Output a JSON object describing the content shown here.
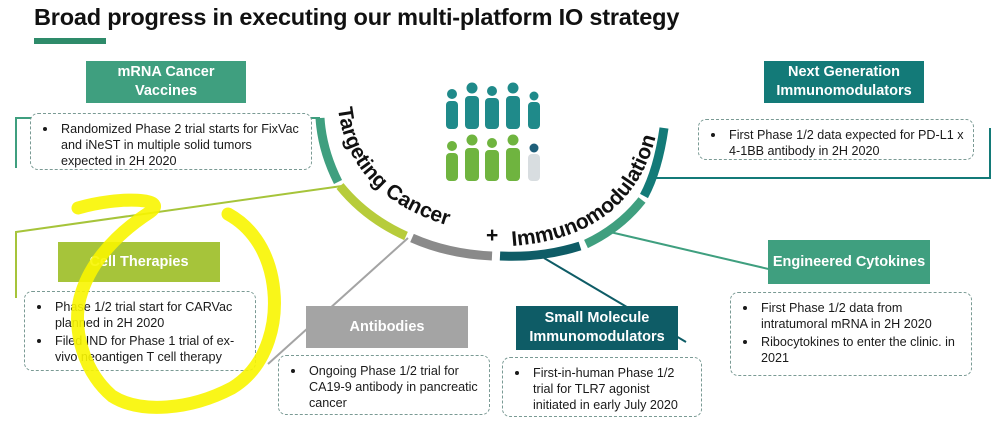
{
  "title": "Broad progress in executing our multi-platform IO strategy",
  "arc": {
    "left_text": "Targeting Cancer",
    "plus": "+",
    "right_text": "Immunomodulation"
  },
  "platforms": {
    "mrna": {
      "label": "mRNA Cancer Vaccines",
      "color": "#3f9f7f",
      "bullets": [
        "Randomized Phase 2 trial starts for FixVac and iNeST in multiple solid tumors expected in 2H 2020"
      ]
    },
    "next_gen": {
      "label": "Next Generation Immunomodulators",
      "color": "#137a78",
      "bullets": [
        "First Phase 1/2 data expected for PD-L1 x 4-1BB antibody in 2H 2020"
      ]
    },
    "cell": {
      "label": "Cell Therapies",
      "color": "#a6c43a",
      "bullets": [
        "Phase 1/2 trial start for CARVac planned in 2H 2020",
        "Filed IND for Phase 1 trial of ex-vivo neoantigen T cell therapy"
      ]
    },
    "antibodies": {
      "label": "Antibodies",
      "color": "#a4a4a4",
      "bullets": [
        "Ongoing Phase 1/2 trial for CA19-9 antibody in pancreatic cancer"
      ]
    },
    "small_molecule": {
      "label": "Small Molecule Immunomodulators",
      "color": "#0e5c66",
      "bullets": [
        "First-in-human Phase 1/2 trial for TLR7 agonist initiated in early July 2020"
      ]
    },
    "cytokines": {
      "label": "Engineered Cytokines",
      "color": "#3f9f7f",
      "bullets": [
        "First Phase 1/2 data from intratumoral mRNA in 2H 2020",
        "Ribocytokines to enter the clinic. in 2021"
      ]
    }
  },
  "colors": {
    "accent": "#2e8b6a",
    "highlight": "#f8f500",
    "people_top": "#1f8a8a",
    "people_bottom": "#6fb43f"
  }
}
